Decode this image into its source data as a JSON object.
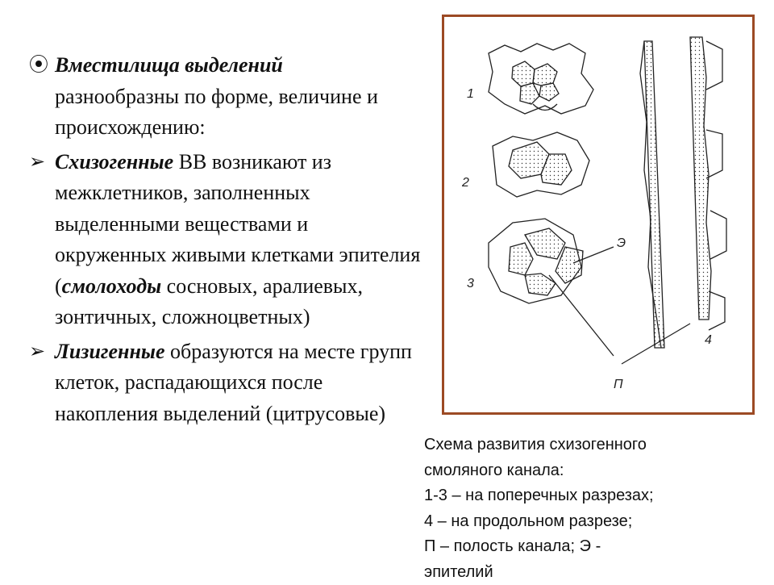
{
  "left": {
    "p1": {
      "bullet": "⦿",
      "bold": "Вместилища выделений",
      "rest": "разнообразны по форме, величине и происхождению:"
    },
    "p2": {
      "bullet": "➢",
      "bold": "Схизогенные",
      "t1": " ВВ возникают из межклетников, заполненных выделенными веществами и окруженных живыми клетками эпителия (",
      "bold2": "смолоходы",
      "t2": " сосновых, аралиевых, зонтичных, сложноцветных)"
    },
    "p3": {
      "bullet": "➢",
      "bold": "Лизигенные",
      "rest": " образуются на месте групп клеток, распадающихся после накопления выделений (цитрусовые)"
    }
  },
  "figure": {
    "labels": {
      "l1": "1",
      "l2": "2",
      "l3": "3",
      "l4": "4",
      "e": "Э",
      "p": "П"
    },
    "frame_color": "#9c4a24"
  },
  "caption": {
    "lines": [
      "Схема развития схизогенного",
      "смоляного канала:",
      "1-3 – на поперечных разрезах;",
      "4 – на продольном разрезе;",
      "П – полость канала; Э -",
      "эпителий"
    ]
  }
}
